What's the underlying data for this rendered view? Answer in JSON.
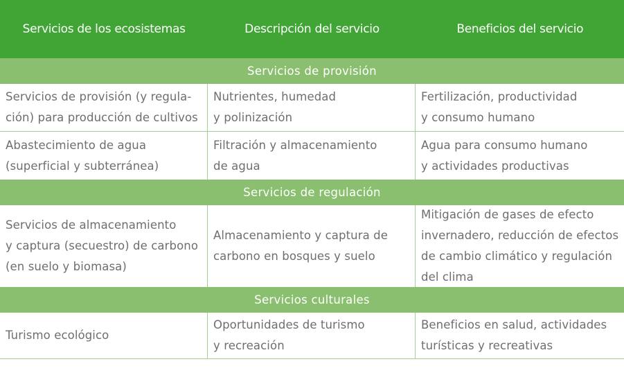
{
  "colors": {
    "header_bg": "#41a535",
    "band_bg": "#8abf6f",
    "text": "#6e6e6e",
    "divider": "#9fd290"
  },
  "header": {
    "columns": [
      "Servicios de los ecosistemas",
      "Descripción del servicio",
      "Beneficios del servicio"
    ]
  },
  "sections": [
    {
      "title": "Servicios de provisión",
      "rows": [
        {
          "service": [
            "Servicios de provisión (y regula-",
            "ción) para producción de cultivos"
          ],
          "description": [
            "Nutrientes, humedad",
            "y polinización"
          ],
          "benefits": [
            "Fertilización, productividad",
            "y consumo humano"
          ]
        },
        {
          "service": [
            "Abastecimiento de agua",
            "(superficial y subterránea)"
          ],
          "description": [
            "Filtración y almacenamiento",
            "de agua"
          ],
          "benefits": [
            "Agua para consumo humano",
            "y actividades productivas"
          ]
        }
      ]
    },
    {
      "title": "Servicios de regulación",
      "rows": [
        {
          "service": [
            "Servicios de almacenamiento",
            "y captura (secuestro) de carbono",
            "(en suelo y biomasa)"
          ],
          "description": [
            "Almacenamiento y captura de",
            "carbono en bosques y suelo"
          ],
          "benefits": [
            "Mitigación de gases de efecto",
            "invernadero, reducción de efectos",
            "de cambio climático y regulación",
            "del clima"
          ]
        }
      ]
    },
    {
      "title": "Servicios culturales",
      "rows": [
        {
          "service": [
            "Turismo ecológico"
          ],
          "description": [
            "Oportunidades de turismo",
            "y recreación"
          ],
          "benefits": [
            "Beneficios en salud, actividades",
            "turísticas y recreativas"
          ]
        }
      ]
    }
  ]
}
